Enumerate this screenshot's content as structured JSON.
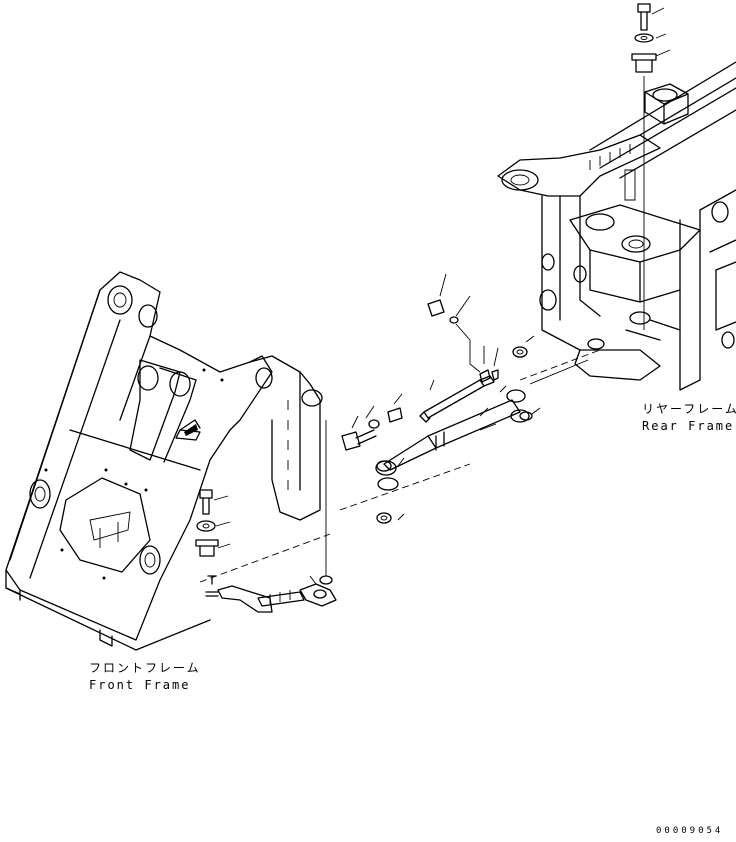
{
  "labels": {
    "rear_frame_jp": "リヤーフレーム",
    "rear_frame_en": "Rear Frame",
    "front_frame_jp": "フロントフレーム",
    "front_frame_en": "Front Frame"
  },
  "document_number": "00009054"
}
